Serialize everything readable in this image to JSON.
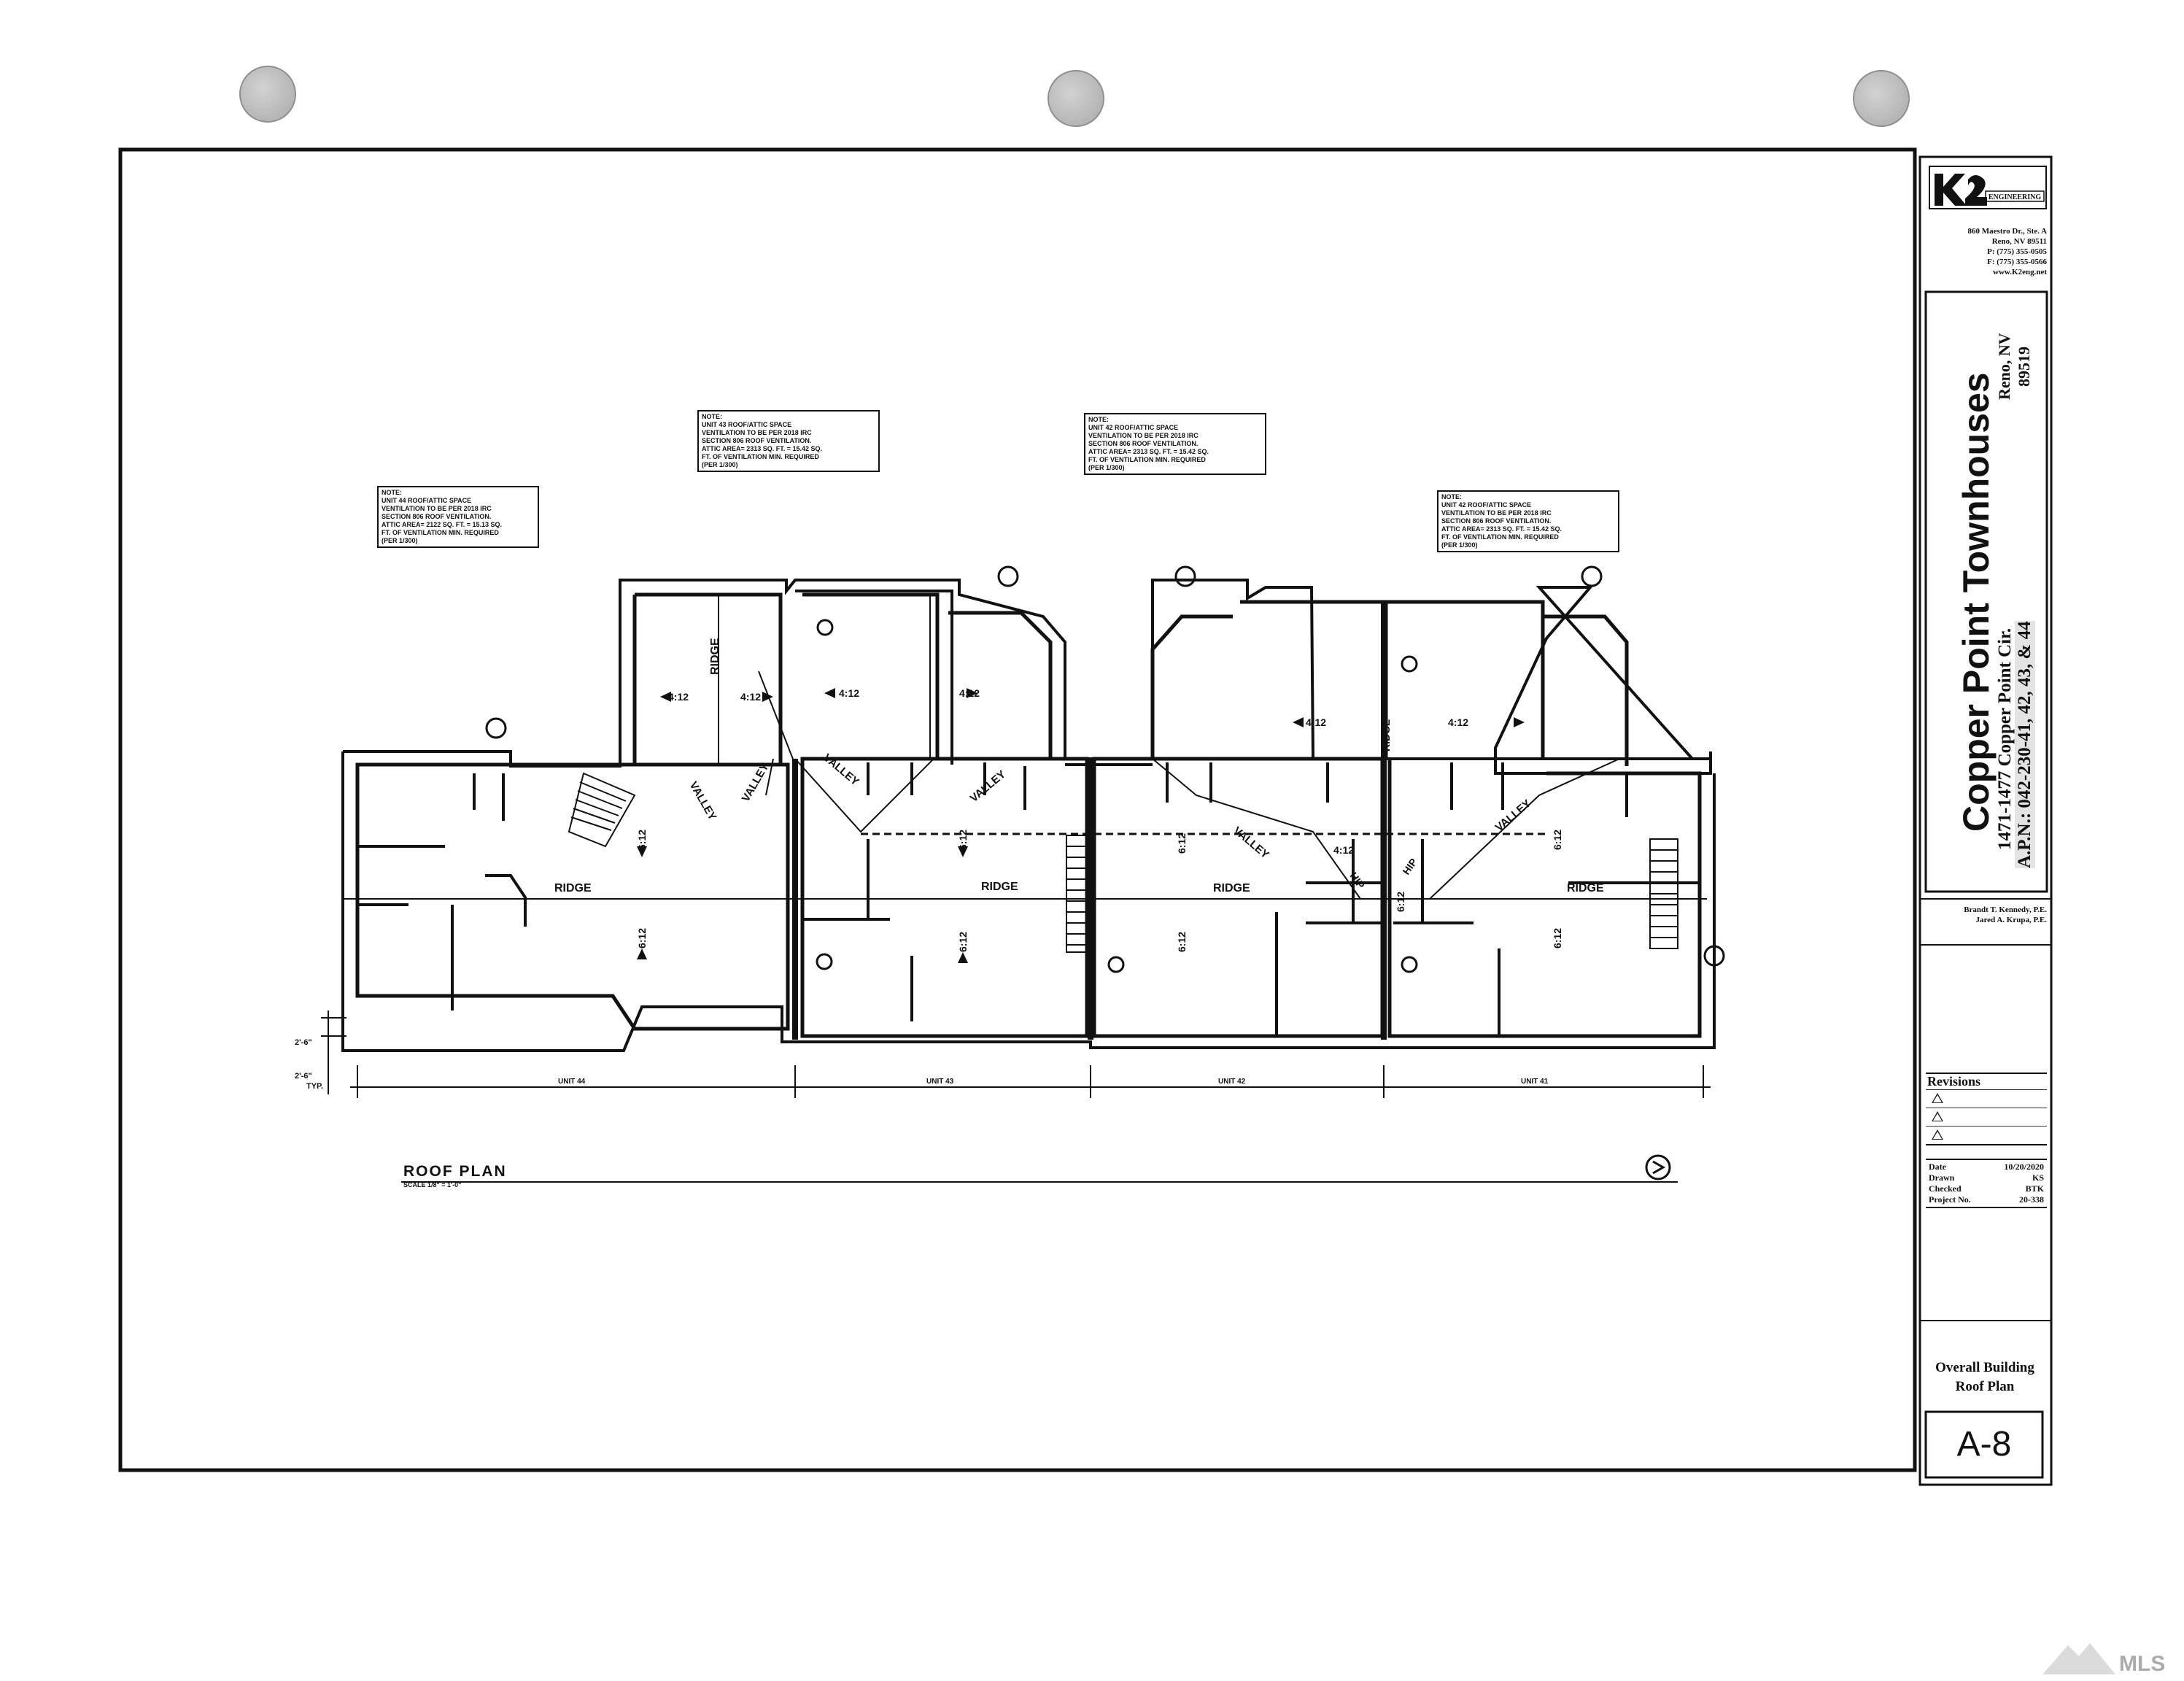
{
  "title_block": {
    "firm_address": [
      "860 Maestro Dr., Ste. A",
      "Reno, NV 89511",
      "P: (775) 355-0505",
      "F: (775) 355-0566",
      "www.K2eng.net"
    ],
    "project_name": "Copper Point Townhouses",
    "project_address": "1471-1477 Copper Point Cir.",
    "project_apn": "A.P.N.: 042-230-41, 42, 43, & 44",
    "city": "Reno, NV",
    "zip": "89519",
    "engineers": [
      "Brandt T. Kennedy, P.E.",
      "Jared A. Krupa, P.E."
    ],
    "revisions_label": "Revisions",
    "date_label": "Date",
    "date_value": "10/20/2020",
    "drawn_label": "Drawn",
    "drawn_value": "KS",
    "checked_label": "Checked",
    "checked_value": "BTK",
    "project_no_label": "Project No.",
    "project_no_value": "20-338",
    "sheet_title": "Overall Building Roof Plan",
    "sheet_number": "A-8"
  },
  "plan": {
    "title": "ROOF PLAN",
    "scale": "SCALE 1/8\" = 1'-0\"",
    "notes": [
      "NOTE:\nUNIT 44 ROOF/ATTIC SPACE\nVENTILATION TO BE PER 2018 IRC\nSECTION 806 ROOF VENTILATION.\nATTIC AREA= 2122 SQ. FT. = 15.13 SQ.\nFT. OF VENTILATION MIN. REQUIRED\n(PER 1/300)",
      "NOTE:\nUNIT 43 ROOF/ATTIC SPACE\nVENTILATION TO BE PER 2018 IRC\nSECTION 806 ROOF VENTILATION.\nATTIC AREA= 2313 SQ. FT. = 15.42 SQ.\nFT. OF VENTILATION MIN. REQUIRED\n(PER 1/300)",
      "NOTE:\nUNIT 42 ROOF/ATTIC SPACE\nVENTILATION TO BE PER 2018 IRC\nSECTION 806 ROOF VENTILATION.\nATTIC AREA= 2313 SQ. FT. = 15.42 SQ.\nFT. OF VENTILATION MIN. REQUIRED\n(PER 1/300)",
      "NOTE:\nUNIT 42 ROOF/ATTIC SPACE\nVENTILATION TO BE PER 2018 IRC\nSECTION 806 ROOF VENTILATION.\nATTIC AREA= 2313 SQ. FT. = 15.42 SQ.\nFT. OF VENTILATION MIN. REQUIRED\n(PER 1/300)"
    ],
    "units": [
      "UNIT 44",
      "UNIT 43",
      "UNIT 42",
      "UNIT 41"
    ],
    "labels": {
      "ridge": "RIDGE",
      "valley": "VALLEY",
      "hip": "HIP",
      "pitch_412": "4:12",
      "pitch_612": "6:12",
      "overhang": "2'-6\"",
      "typ": "TYP."
    }
  },
  "watermark": "MLS",
  "colors": {
    "ink": "#111111",
    "punch": "#b5b5b5",
    "paper": "#ffffff"
  }
}
